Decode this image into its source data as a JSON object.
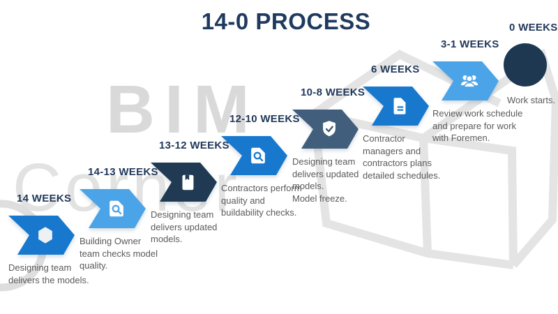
{
  "title": "14-0 PROCESS",
  "watermark": {
    "word1": "BIM",
    "word2": "Corner"
  },
  "colors": {
    "title_navy": "#1f3a5f",
    "label_navy": "#21395a",
    "body_gray": "#5a5a5a",
    "medium_blue": "#1778ce",
    "light_blue": "#4ba4e8",
    "dark_navy": "#1f3a52",
    "slate_blue": "#415e7c",
    "circle_navy": "#1e3852",
    "watermark_gray": "#d9d9d9"
  },
  "steps": [
    {
      "weeks": "14 WEEKS",
      "icon": "hexagon-icon",
      "color": "#1778ce",
      "description": "Designing team\ndelivers the models."
    },
    {
      "weeks": "14-13 WEEKS",
      "icon": "file-search-icon",
      "color": "#4ba4e8",
      "description": "Building Owner\nteam checks model\nquality."
    },
    {
      "weeks": "13-12 WEEKS",
      "icon": "book-icon",
      "color": "#1f3a52",
      "description": "Designing team\ndelivers updated\nmodels."
    },
    {
      "weeks": "12-10 WEEKS",
      "icon": "file-search-icon",
      "color": "#1778ce",
      "description": "Contractors perform\nquality and\nbuildability checks."
    },
    {
      "weeks": "10-8 WEEKS",
      "icon": "shield-check-icon",
      "color": "#415e7c",
      "description": "Designing team\ndelivers updated\nmodels.\nModel freeze."
    },
    {
      "weeks": "6 WEEKS",
      "icon": "document-icon",
      "color": "#1778ce",
      "description": "Contractor\nmanagers and\ncontractors plans\ndetailed schedules."
    },
    {
      "weeks": "3-1 WEEKS",
      "icon": "people-icon",
      "color": "#4ba4e8",
      "description": "Review work schedule\nand prepare for work\nwith Foremen."
    }
  ],
  "final_step": {
    "weeks": "0 WEEKS",
    "description": "Work starts.",
    "color": "#1e3852"
  }
}
